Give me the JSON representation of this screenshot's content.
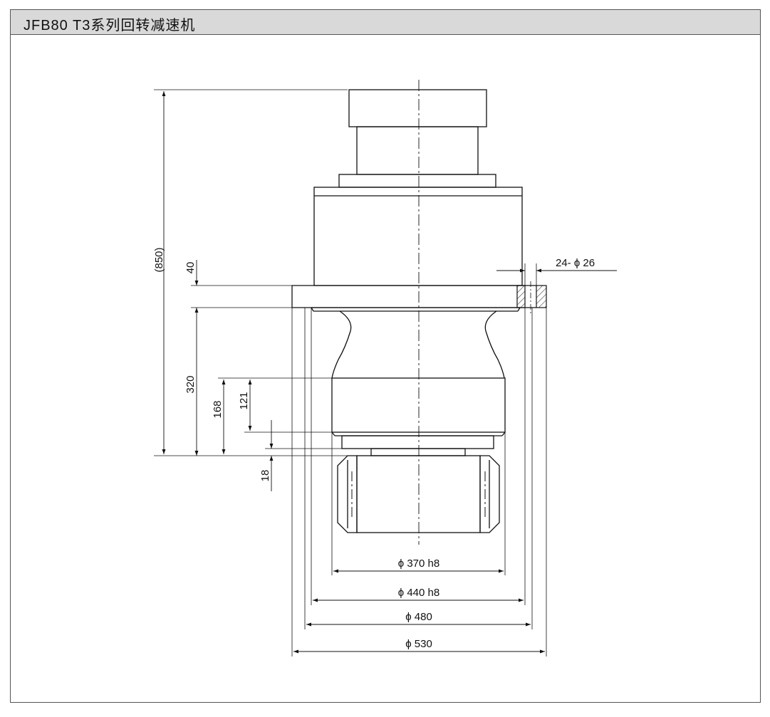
{
  "title": "JFB80 T3系列回转减速机",
  "dimensions": {
    "overall_height": "(850)",
    "flange_thickness": "40",
    "mount_height": "320",
    "dim_168": "168",
    "dim_121": "121",
    "dim_18": "18",
    "bolt_holes": "24- ϕ 26",
    "dia_370": "ϕ 370  h8",
    "dia_440": "ϕ 440  h8",
    "dia_480": "ϕ 480",
    "dia_530": "ϕ 530"
  }
}
